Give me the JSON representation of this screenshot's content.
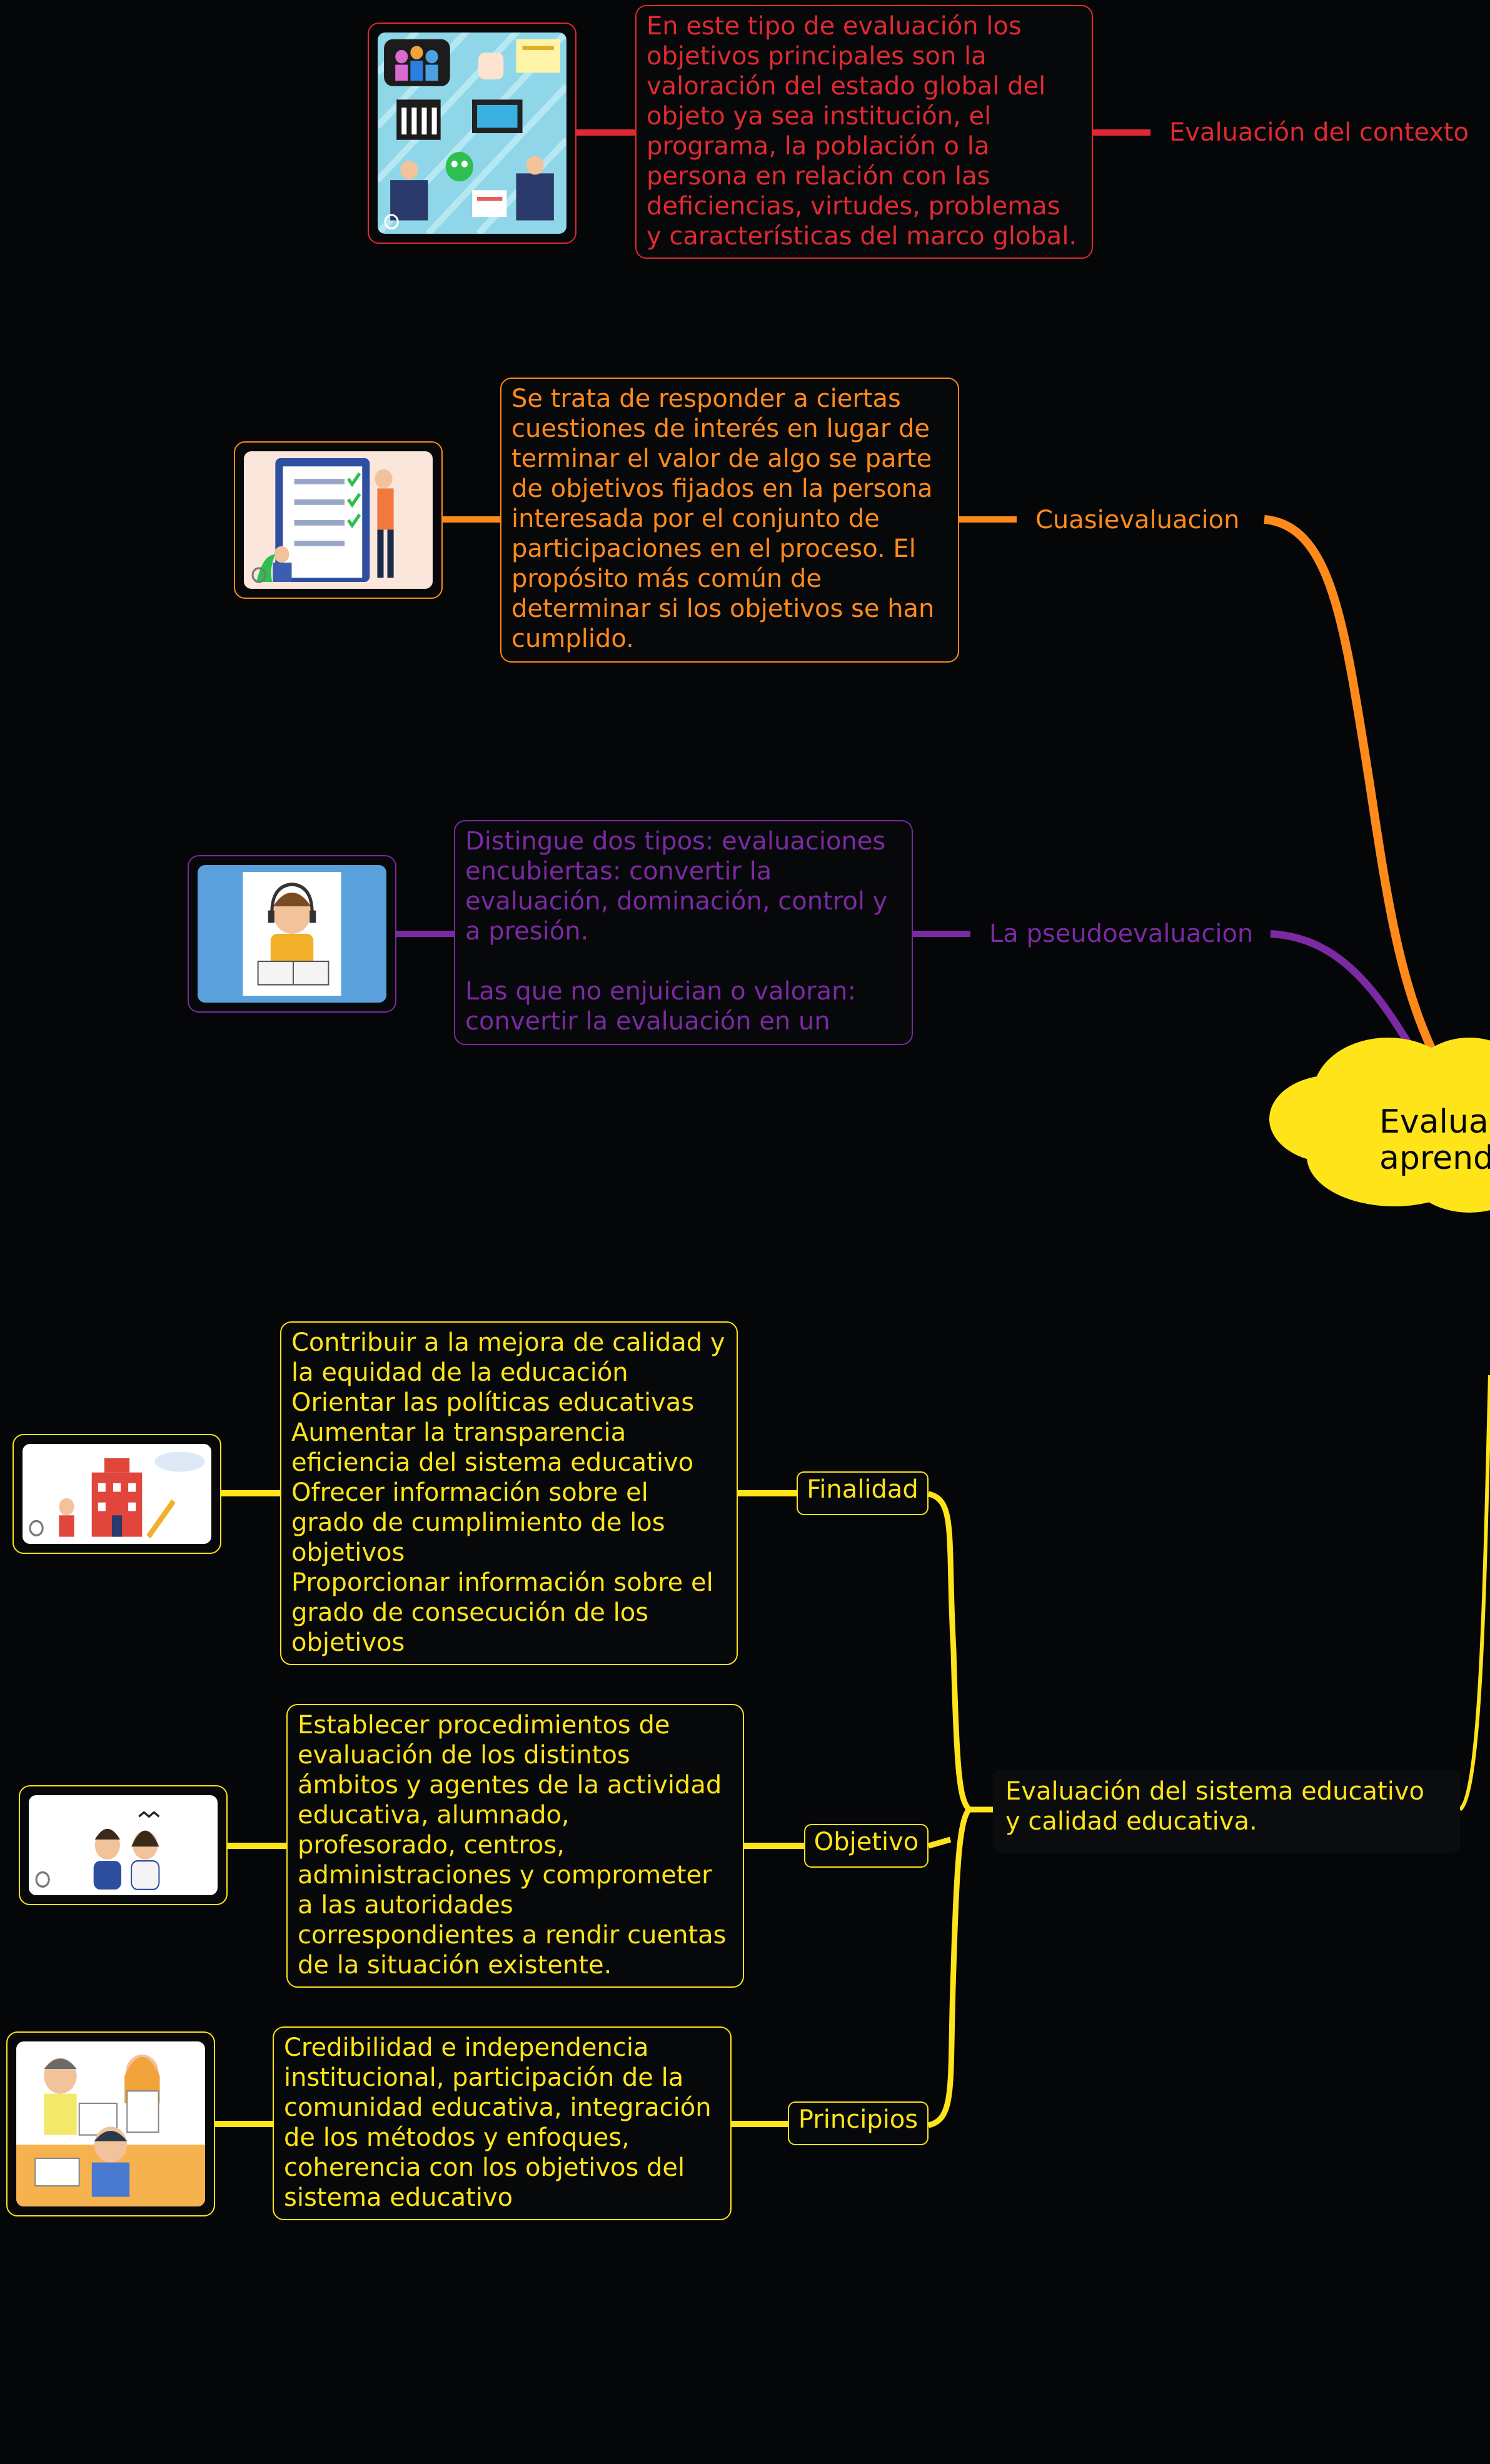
{
  "colors": {
    "background": "#050607",
    "red": "#e02a33",
    "orange": "#ff8a1c",
    "purple": "#7b2aa3",
    "yellow": "#ffe41a"
  },
  "central": {
    "text": "Evaluac\naprend"
  },
  "branches": {
    "contexto": {
      "label": "Evaluación del contexto",
      "description": "En este tipo de evaluación los objetivos principales son la valoración del estado global del objeto ya sea institución, el programa, la población o la persona en relación con las deficiencias, virtudes, problemas y características del marco global.",
      "image": "people-institution-illustration"
    },
    "cuasi": {
      "label": "Cuasievaluacion",
      "description": "Se trata de responder a ciertas cuestiones de interés en lugar de terminar el valor de algo se parte de objetivos fijados en la persona interesada por el conjunto de participaciones en el proceso. El propósito más común de determinar si los objetivos se han cumplido.",
      "image": "checklist-illustration"
    },
    "pseudo": {
      "label": "La pseudoevaluacion",
      "description": "Distingue dos tipos: evaluaciones encubiertas: convertir la evaluación, dominación, control y a presión.\n\nLas que no enjuician o valoran: convertir la evaluación en un",
      "image": "student-headset-illustration"
    },
    "sistema": {
      "label": "Evaluación del sistema educativo y calidad educativa.",
      "children": {
        "finalidad": {
          "label": "Finalidad",
          "description": "Contribuir a la mejora de calidad y la equidad de la educación\nOrientar las políticas educativas\nAumentar la transparencia eficiencia del sistema educativo\nOfrecer información sobre el grado de cumplimiento de los objetivos\nProporcionar información sobre el grado de consecución de los objetivos",
          "image": "school-building-illustration"
        },
        "objetivo": {
          "label": "Objetivo",
          "description": "Establecer procedimientos de evaluación de los distintos ámbitos y agentes de la actividad educativa, alumnado, profesorado, centros, administraciones y comprometer a las autoridades correspondientes a rendir cuentas de la situación existente.",
          "image": "two-people-illustration"
        },
        "principios": {
          "label": "Principios",
          "description": "Credibilidad e independencia institucional, participación de la comunidad educativa, integración de los métodos y enfoques, coherencia con los objetivos del sistema educativo",
          "image": "students-studying-illustration"
        }
      }
    }
  }
}
